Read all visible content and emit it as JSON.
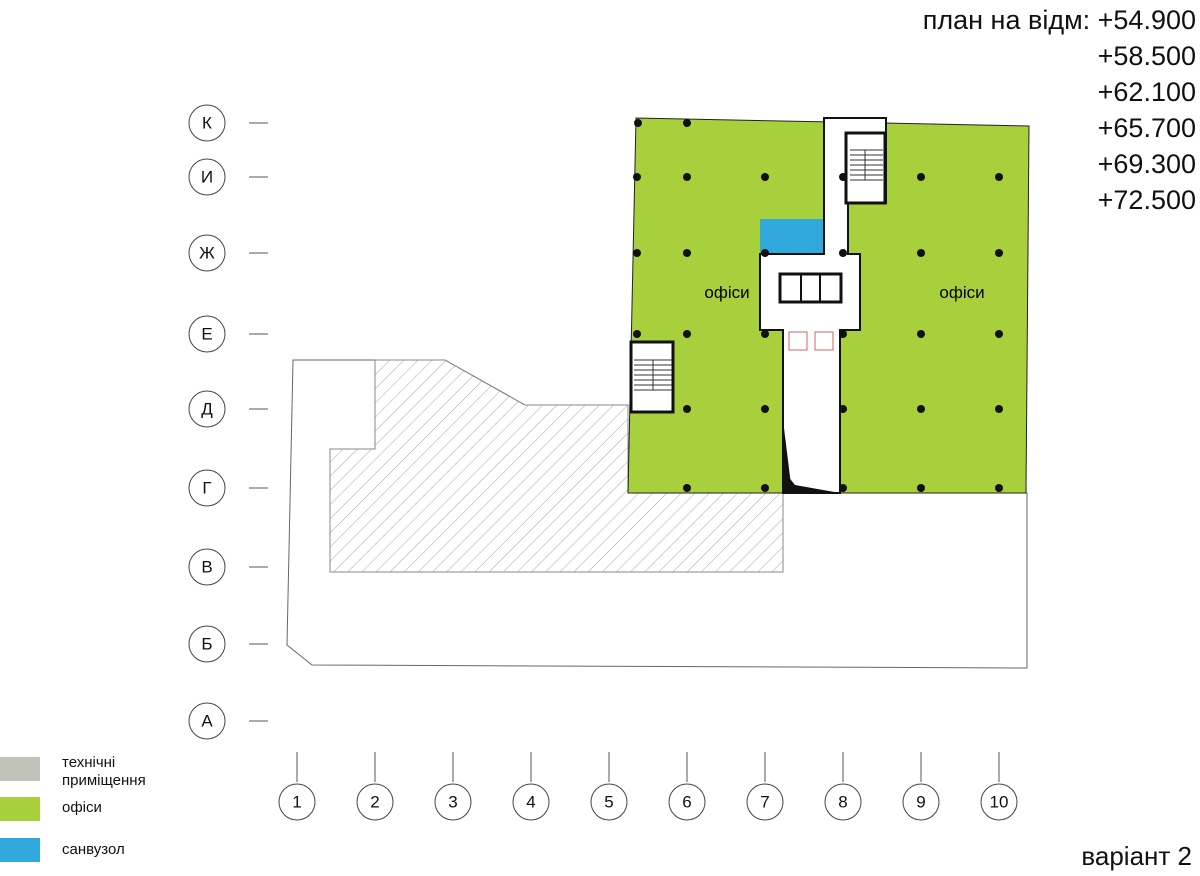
{
  "title": "план на відм: +54.900",
  "levels": [
    "+58.500",
    "+62.100",
    "+65.700",
    "+69.300",
    "+72.500"
  ],
  "variant": "варіант 2",
  "rows": [
    "К",
    "И",
    "Ж",
    "Е",
    "Д",
    "Г",
    "В",
    "Б",
    "А"
  ],
  "columns": [
    "1",
    "2",
    "3",
    "4",
    "5",
    "6",
    "7",
    "8",
    "9",
    "10"
  ],
  "rooms": {
    "office_left": "офіси",
    "office_right": "офіси"
  },
  "legend": [
    {
      "label": "технічні приміщення",
      "color": "#c2c2ba"
    },
    {
      "label": "офіси",
      "color": "#a8cf3c"
    },
    {
      "label": "санвузол",
      "color": "#31a8dc"
    }
  ]
}
